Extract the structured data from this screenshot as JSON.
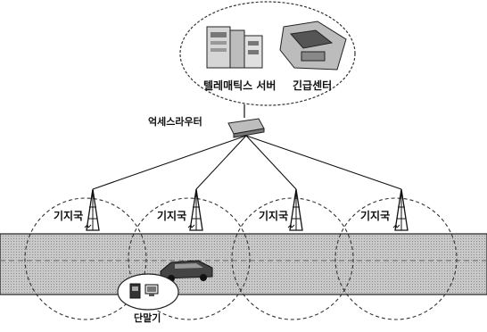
{
  "labels": {
    "telematics_server": "텔레매틱스 서버",
    "emergency_center": "긴급센터",
    "access_router": "억세스라우터",
    "terminal": "단말기"
  },
  "base_stations": [
    {
      "label": "기지국"
    },
    {
      "label": "기지국"
    },
    {
      "label": "기지국"
    },
    {
      "label": "기지국"
    }
  ],
  "colors": {
    "road": "#bdbdbd",
    "line": "#111111",
    "background": "#ffffff"
  }
}
